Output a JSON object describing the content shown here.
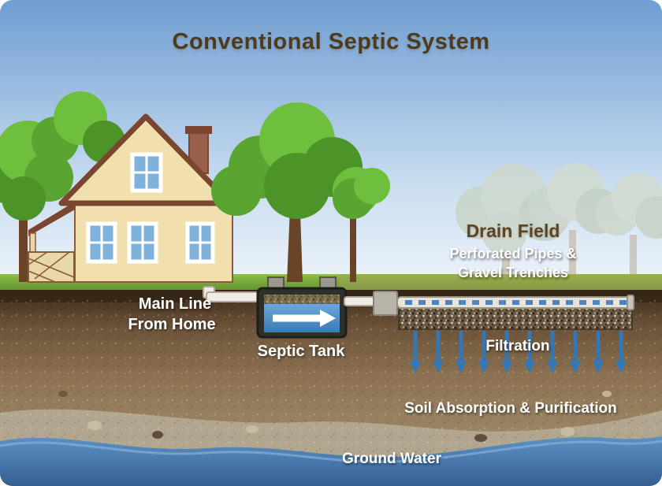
{
  "title": "Conventional Septic System",
  "labels": {
    "main_line_1": "Main Line",
    "main_line_2": "From Home",
    "septic_tank": "Septic Tank",
    "drain_field": "Drain Field",
    "drain_field_sub_1": "Perforated Pipes &",
    "drain_field_sub_2": "Gravel Trenches",
    "filtration": "Filtration",
    "soil_absorption": "Soil Absorption & Purification",
    "ground_water": "Ground Water"
  },
  "colors": {
    "title_text": "#4e3a1c",
    "drain_field_text": "#5c4526",
    "label_text": "#ffffff",
    "sky_top": "#6f9ed2",
    "sky_bottom": "#eef4fa",
    "grass_green": "#76a93c",
    "soil_brown": "#8d7352",
    "soil_dark_band": "#41301e",
    "lower_soil_gray": "#b2a78e",
    "ground_water_blue": "#4a7fb4",
    "tank_body": "#30302a",
    "tank_water": "#4a8fc8",
    "arrow_blue": "#3277b6",
    "pipe_white": "#f0ede6",
    "gravel_trench": "#6b5a44",
    "house_wall": "#f2dfae",
    "house_trim": "#7a4630",
    "tree_green": "#5aa531",
    "faded_tree": "#c4cfc0"
  }
}
